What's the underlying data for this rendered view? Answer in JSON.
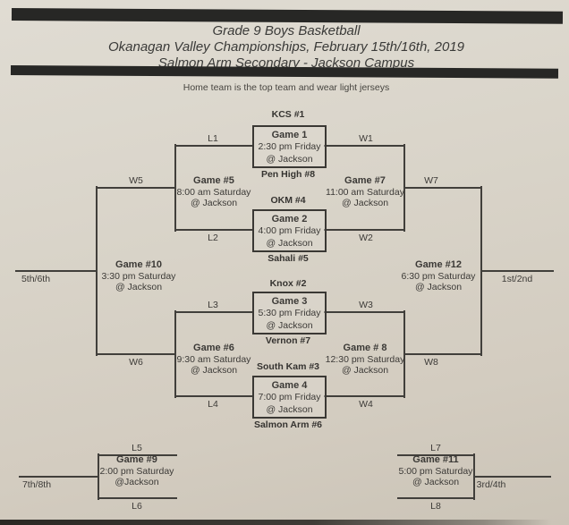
{
  "header": {
    "line1": "Grade 9 Boys Basketball",
    "line2": "Okanagan Valley Championships, February 15th/16th, 2019",
    "line3": "Salmon Arm Secondary - Jackson Campus",
    "note": "Home team is the top team and wear light jerseys"
  },
  "games": {
    "g1": {
      "title": "Game 1",
      "time": "2:30 pm Friday",
      "venue": "@ Jackson",
      "home": "KCS #1",
      "away": "Pen High #8"
    },
    "g2": {
      "title": "Game 2",
      "time": "4:00 pm Friday",
      "venue": "@ Jackson",
      "home": "OKM #4",
      "away": "Sahali #5"
    },
    "g3": {
      "title": "Game 3",
      "time": "5:30 pm Friday",
      "venue": "@ Jackson",
      "home": "Knox #2",
      "away": "Vernon #7"
    },
    "g4": {
      "title": "Game 4",
      "time": "7:00 pm Friday",
      "venue": "@ Jackson",
      "home": "South Kam #3",
      "away": "Salmon Arm #6"
    },
    "g5": {
      "title": "Game #5",
      "time": "8:00 am Saturday",
      "venue": "@ Jackson"
    },
    "g6": {
      "title": "Game #6",
      "time": "9:30 am Saturday",
      "venue": "@ Jackson"
    },
    "g7": {
      "title": "Game #7",
      "time": "11:00 am Saturday",
      "venue": "@ Jackson"
    },
    "g8": {
      "title": "Game # 8",
      "time": "12:30 pm Saturday",
      "venue": "@ Jackson"
    },
    "g9": {
      "title": "Game #9",
      "time": "2:00 pm Saturday",
      "venue": "@Jackson"
    },
    "g10": {
      "title": "Game #10",
      "time": "3:30 pm Saturday",
      "venue": "@ Jackson"
    },
    "g11": {
      "title": "Game #11",
      "time": "5:00 pm Saturday",
      "venue": "@ Jackson"
    },
    "g12": {
      "title": "Game #12",
      "time": "6:30 pm Saturday",
      "venue": "@ Jackson"
    }
  },
  "connectors": {
    "l1": "L1",
    "l2": "L2",
    "l3": "L3",
    "l4": "L4",
    "l5": "L5",
    "l6": "L6",
    "l7": "L7",
    "l8": "L8",
    "w1": "W1",
    "w2": "W2",
    "w3": "W3",
    "w4": "W4",
    "w5": "W5",
    "w6": "W6",
    "w7": "W7",
    "w8": "W8"
  },
  "placements": {
    "first_second": "1st/2nd",
    "third_fourth": "3rd/4th",
    "fifth_sixth": "5th/6th",
    "seventh_eighth": "7th/8th"
  },
  "colors": {
    "paper": "#d8d2c7",
    "ink": "#3b3936",
    "bar": "#272725",
    "line": "#413f3b"
  }
}
